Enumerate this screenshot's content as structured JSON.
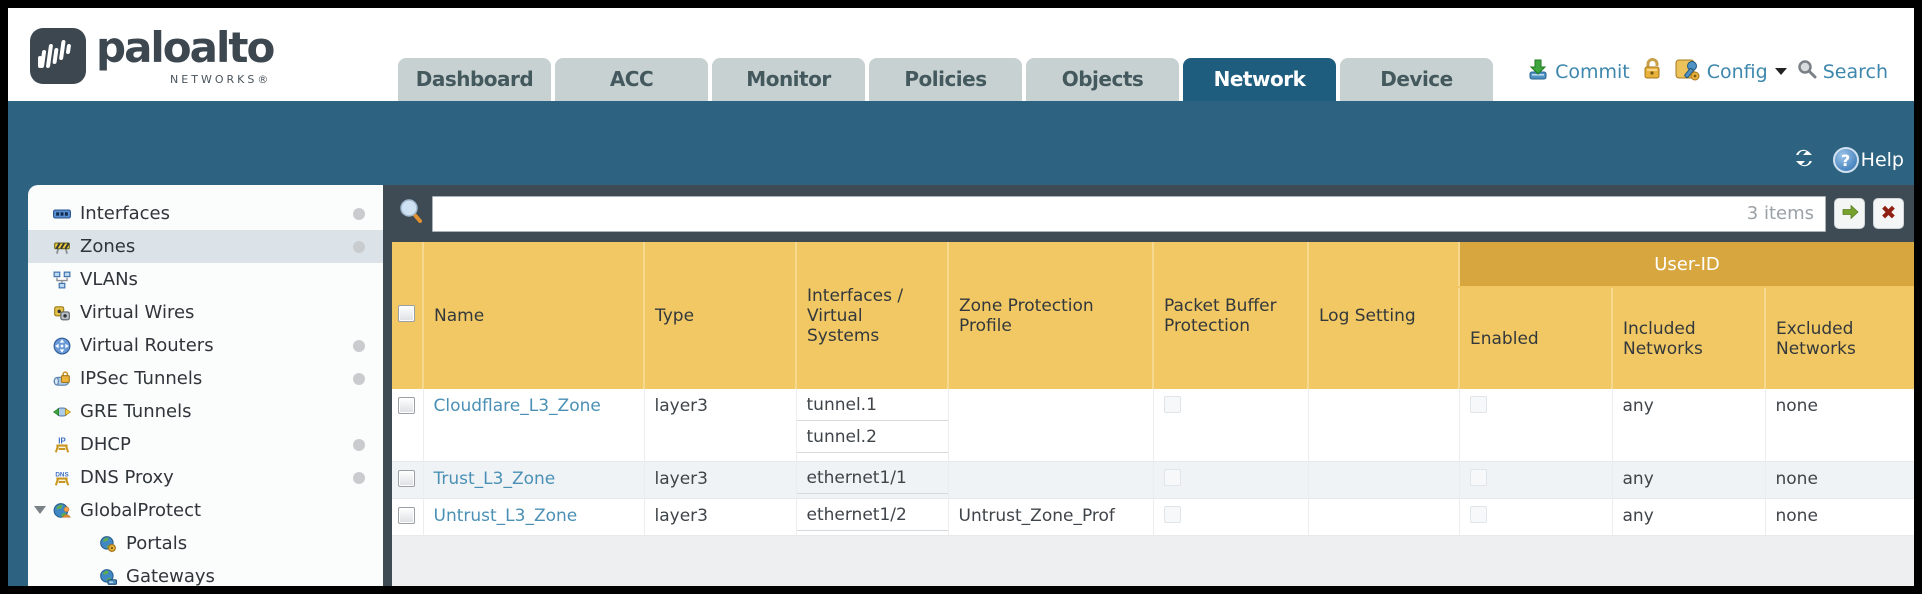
{
  "brand": {
    "name": "paloalto",
    "sub": "NETWORKS®"
  },
  "nav": {
    "tabs": [
      {
        "label": "Dashboard"
      },
      {
        "label": "ACC"
      },
      {
        "label": "Monitor"
      },
      {
        "label": "Policies"
      },
      {
        "label": "Objects"
      },
      {
        "label": "Network",
        "active": true
      },
      {
        "label": "Device"
      }
    ],
    "actions": {
      "commit": "Commit",
      "config": "Config",
      "search": "Search"
    }
  },
  "toolbar": {
    "help": "Help"
  },
  "sidebar": {
    "items": [
      {
        "label": "Interfaces",
        "icon": "interfaces-icon",
        "dot": true
      },
      {
        "label": "Zones",
        "icon": "zones-icon",
        "dot": true,
        "selected": true
      },
      {
        "label": "VLANs",
        "icon": "vlans-icon"
      },
      {
        "label": "Virtual Wires",
        "icon": "virtual-wires-icon"
      },
      {
        "label": "Virtual Routers",
        "icon": "virtual-routers-icon",
        "dot": true
      },
      {
        "label": "IPSec Tunnels",
        "icon": "ipsec-tunnels-icon",
        "dot": true
      },
      {
        "label": "GRE Tunnels",
        "icon": "gre-tunnels-icon"
      },
      {
        "label": "DHCP",
        "icon": "dhcp-icon",
        "dot": true
      },
      {
        "label": "DNS Proxy",
        "icon": "dns-proxy-icon",
        "dot": true
      },
      {
        "label": "GlobalProtect",
        "icon": "globalprotect-icon",
        "expanded": true
      },
      {
        "label": "Portals",
        "icon": "portals-icon",
        "child": true
      },
      {
        "label": "Gateways",
        "icon": "gateways-icon",
        "child": true
      }
    ]
  },
  "filter": {
    "query": "",
    "count": "3 items"
  },
  "table": {
    "group_header": "User-ID",
    "columns": [
      "Name",
      "Type",
      "Interfaces / Virtual Systems",
      "Zone Protection Profile",
      "Packet Buffer Protection",
      "Log Setting",
      "Enabled",
      "Included Networks",
      "Excluded Networks"
    ],
    "rows": [
      {
        "name": "Cloudflare_L3_Zone",
        "type": "layer3",
        "interfaces": {
          "0": "tunnel.1",
          "1": "tunnel.2"
        },
        "zone_protection_profile": "",
        "log_setting": "",
        "included_networks": "any",
        "excluded_networks": "none"
      },
      {
        "name": "Trust_L3_Zone",
        "type": "layer3",
        "interfaces": {
          "0": "ethernet1/1"
        },
        "zone_protection_profile": "",
        "log_setting": "",
        "included_networks": "any",
        "excluded_networks": "none"
      },
      {
        "name": "Untrust_L3_Zone",
        "type": "layer3",
        "interfaces": {
          "0": "ethernet1/2"
        },
        "zone_protection_profile": "Untrust_Zone_Prof",
        "log_setting": "",
        "included_networks": "any",
        "excluded_networks": "none"
      }
    ]
  },
  "colors": {
    "teal_band": "#2d6380",
    "active_tab": "#1f5d7e",
    "inactive_tab": "#c7d1d1",
    "header_amber": "#f1c863",
    "user_id_band": "#d8a63e",
    "link_blue": "#4a90b5",
    "action_blue": "#3d87ad",
    "filter_bar": "#3e4b55",
    "alt_row": "#f0f3f6"
  }
}
